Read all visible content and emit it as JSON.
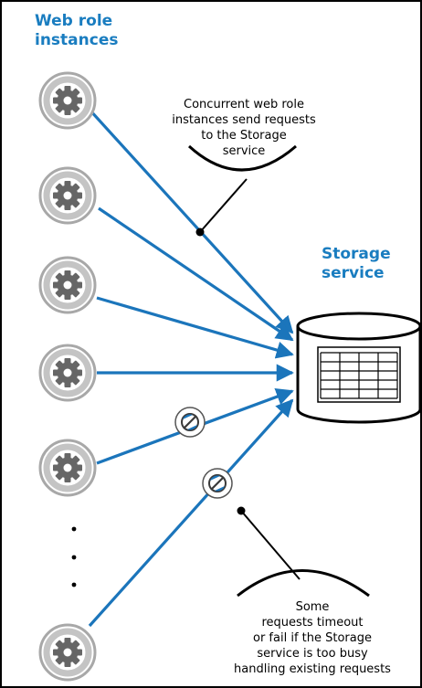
{
  "title": {
    "line1": "Web role",
    "line2": "instances"
  },
  "storage": {
    "line1": "Storage",
    "line2": "service"
  },
  "callout_top": {
    "lines": [
      "Concurrent web role",
      "instances send requests",
      "to the Storage",
      "service"
    ]
  },
  "callout_bottom": {
    "lines": [
      "Some",
      "requests timeout",
      "or fail if the Storage",
      "service is too busy",
      "handling existing requests"
    ]
  },
  "instances": [
    {
      "kind": "web-role-instance",
      "icon": "gear-icon"
    },
    {
      "kind": "web-role-instance",
      "icon": "gear-icon"
    },
    {
      "kind": "web-role-instance",
      "icon": "gear-icon"
    },
    {
      "kind": "web-role-instance",
      "icon": "gear-icon"
    },
    {
      "kind": "web-role-instance",
      "icon": "gear-icon"
    },
    {
      "kind": "web-role-instance",
      "icon": "gear-icon"
    }
  ],
  "ellipsis": "⋮",
  "colors": {
    "accent": "#1a7dc0",
    "arrow": "#1b75bb",
    "icon_ring": "#9a9a9a",
    "callout": "#000000"
  },
  "icons": {
    "instance": "gear-icon",
    "blocked": "blocked-request-icon",
    "storage": "storage-table-icon"
  }
}
